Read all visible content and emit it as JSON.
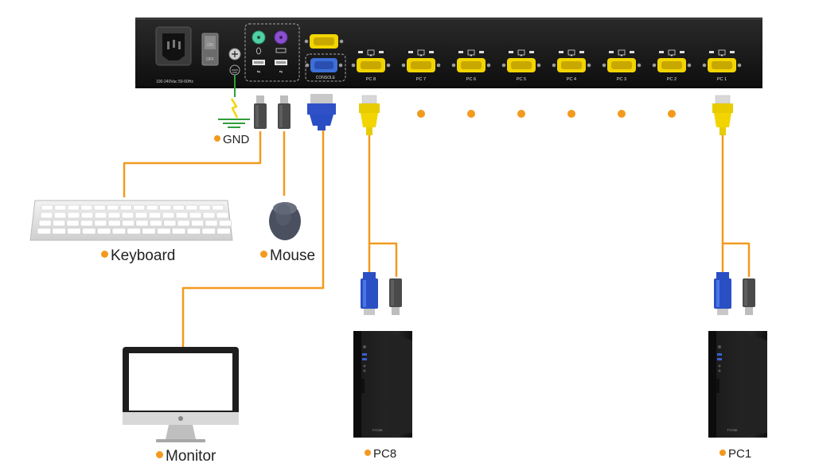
{
  "device": {
    "power_rating": "100-240Vac 50-60Hz",
    "switch_on": "ON",
    "switch_off": "OFF",
    "console_label": "CONSOLE",
    "pc_ports": [
      "PC 8",
      "PC 7",
      "PC 6",
      "PC 5",
      "PC 4",
      "PC 3",
      "PC 2",
      "PC 1"
    ]
  },
  "peripherals": {
    "gnd": "GND",
    "keyboard": "Keyboard",
    "mouse": "Mouse",
    "monitor": "Monitor"
  },
  "computers": {
    "pc8": "PC8",
    "pc1": "PC1",
    "tower_brand": "TYCSK"
  },
  "colors": {
    "cable": "#f39a1e",
    "ground": "#2f9e3a",
    "vga_blue": "#2750c8",
    "vga_yellow": "#f2d500",
    "device_body": "#1c1c1c"
  }
}
